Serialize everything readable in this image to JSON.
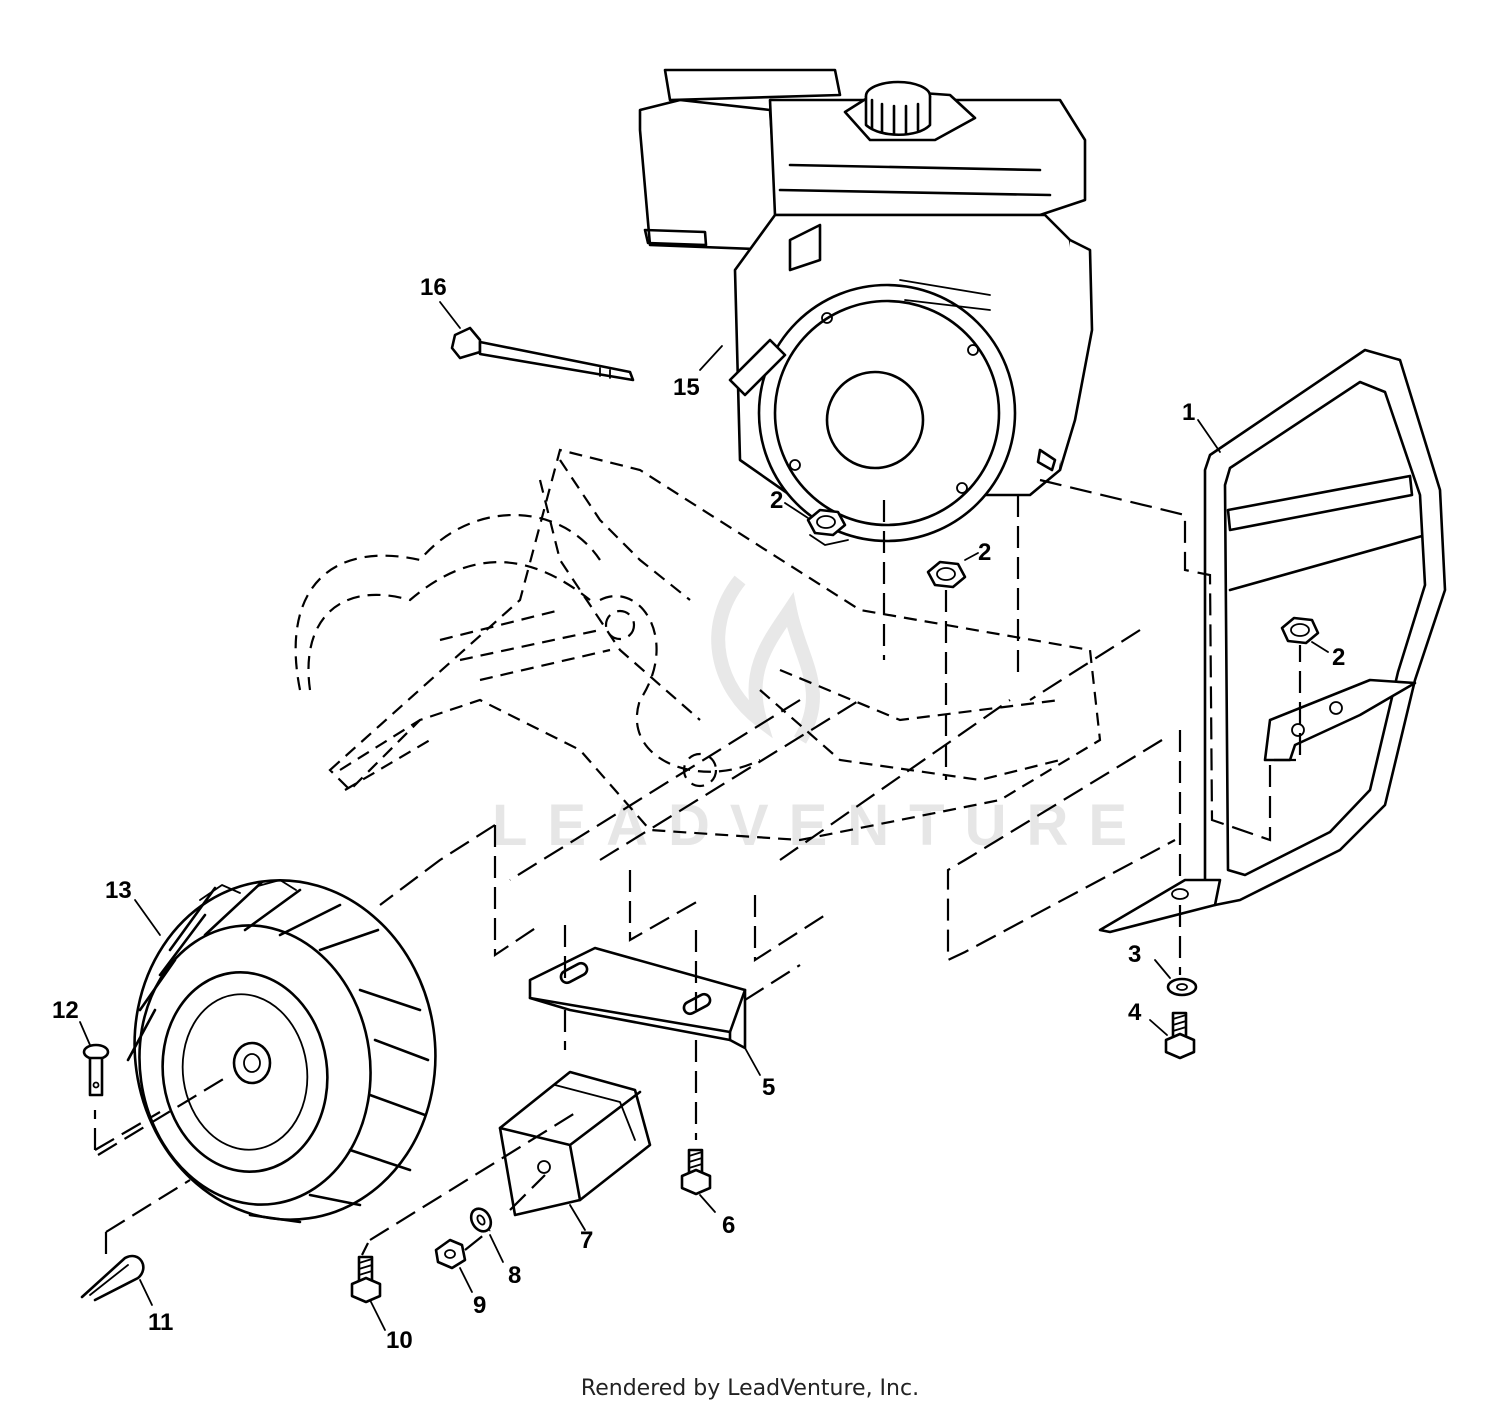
{
  "watermark": "LEADVENTURE",
  "footer": "Rendered by LeadVenture, Inc.",
  "callouts": {
    "c1": "1",
    "c2a": "2",
    "c2b": "2",
    "c2c": "2",
    "c3": "3",
    "c4": "4",
    "c5": "5",
    "c6": "6",
    "c7": "7",
    "c8": "8",
    "c9": "9",
    "c10": "10",
    "c11": "11",
    "c12": "12",
    "c13": "13",
    "c15": "15",
    "c16": "16"
  }
}
